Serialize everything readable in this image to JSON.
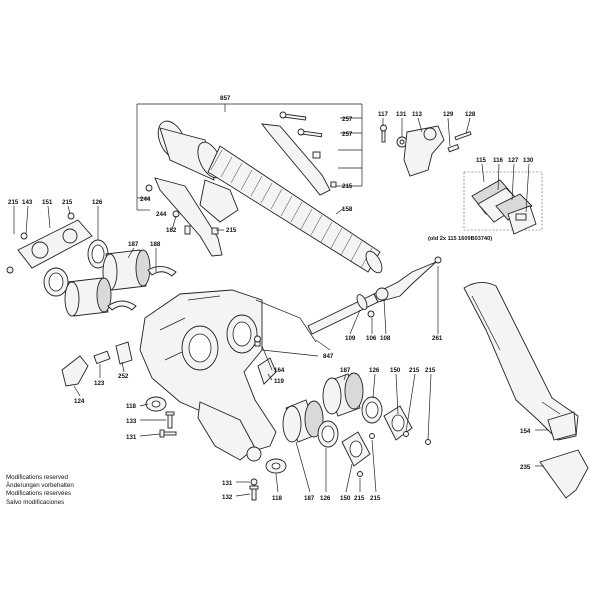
{
  "notes": {
    "line1": "Modifications reserved",
    "line2": "Änderungen vorbehalten",
    "line3": "Modifications réservées",
    "line4": "Salvo modificaciones"
  },
  "old_note": "(old 2x 115 1609B03740)",
  "labels": {
    "l857": "857",
    "l257a": "257",
    "l257b": "257",
    "l215top": "215",
    "l158": "158",
    "l117": "117",
    "l131top": "131",
    "l113": "113",
    "l129": "129",
    "l128": "128",
    "l115": "115",
    "l116": "116",
    "l127": "127",
    "l130": "130",
    "l215a": "215",
    "l143": "143",
    "l151": "151",
    "l215b": "215",
    "l126a": "126",
    "l244a": "244",
    "l244b": "244",
    "l162": "162",
    "l215c": "215",
    "l187a": "187",
    "l188": "188",
    "l847": "847",
    "l109": "109",
    "l106": "106",
    "l108": "108",
    "l261": "261",
    "l252": "252",
    "l123": "123",
    "l124": "124",
    "l164": "164",
    "l119": "119",
    "l187b": "187",
    "l126b": "126",
    "l150a": "150",
    "l215d": "215",
    "l215e": "215",
    "l118a": "118",
    "l133": "133",
    "l131a": "131",
    "l154": "154",
    "l235": "235",
    "l131b": "131",
    "l132": "132",
    "l118b": "118",
    "l187c": "187",
    "l126c": "126",
    "l150b": "150",
    "l215f": "215",
    "l215g": "215"
  }
}
